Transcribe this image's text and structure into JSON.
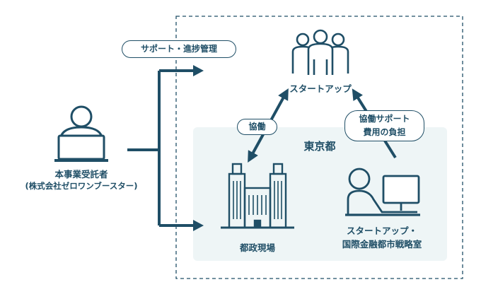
{
  "colors": {
    "primary": "#1f4e66",
    "panel": "#eef5f6",
    "background": "#ffffff"
  },
  "contractor": {
    "line1": "本事業受託者",
    "line2": "(株式会社ゼロワンブースター)",
    "icon": "person-laptop-icon"
  },
  "support_label": "サポート・進捗管理",
  "startup": {
    "label": "スタートアップ",
    "icon": "group-people-icon"
  },
  "tokyo": {
    "label": "東京都"
  },
  "cooperation_label": "協働",
  "cost_label": {
    "line1": "協働サポート",
    "line2": "費用の負担"
  },
  "field": {
    "label": "都政現場",
    "icon": "government-building-icon"
  },
  "office": {
    "line1": "スタートアップ・",
    "line2": "国際金融都市戦略室",
    "icon": "person-computer-icon"
  }
}
